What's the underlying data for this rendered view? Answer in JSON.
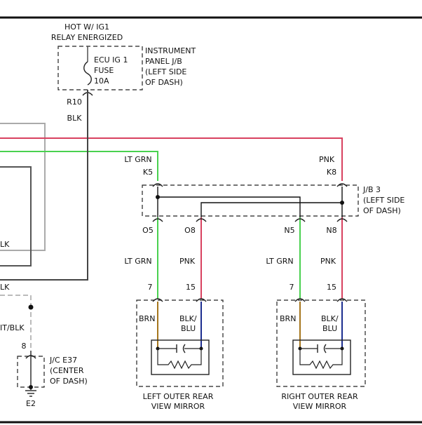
{
  "colors": {
    "black_wire": "#444444",
    "gray_wire": "#aaaaaa",
    "pink_wire": "#d8415f",
    "green_wire": "#49d14f",
    "brown_wire": "#a6761d",
    "blue_wire": "#1c2e8f",
    "frame": "#111111"
  },
  "top": {
    "hot_line1": "HOT W/ IG1",
    "hot_line2": "RELAY ENERGIZED",
    "fuse_l1": "ECU IG 1",
    "fuse_l2": "FUSE",
    "fuse_l3": "10A",
    "ipjb_l1": "INSTRUMENT",
    "ipjb_l2": "PANEL J/B",
    "ipjb_l3": "(LEFT SIDE",
    "ipjb_l4": "OF DASH)",
    "r10_pin": "R10",
    "r10_wire": "BLK"
  },
  "jb3": {
    "k5_color": "LT GRN",
    "k5_pin": "K5",
    "k8_color": "PNK",
    "k8_pin": "K8",
    "label_l1": "J/B 3",
    "label_l2": "(LEFT SIDE",
    "label_l3": "OF DASH)",
    "o5": "O5",
    "o8": "O8",
    "n5": "N5",
    "n8": "N8"
  },
  "left_edge": {
    "lk_upper": "LK",
    "lk_lower": "LK",
    "wht_blk": "IT/BLK",
    "pin8": "8",
    "jc_l1": "J/C E37",
    "jc_l2": "(CENTER",
    "jc_l3": "OF DASH)",
    "ground": "E2"
  },
  "left_mirror": {
    "wire_a": "LT GRN",
    "wire_b": "PNK",
    "pin_a": "7",
    "pin_b": "15",
    "brn": "BRN",
    "blkblu_1": "BLK/",
    "blkblu_2": "BLU",
    "name_l1": "LEFT OUTER REAR",
    "name_l2": "VIEW MIRROR"
  },
  "right_mirror": {
    "wire_a": "LT GRN",
    "wire_b": "PNK",
    "pin_a": "7",
    "pin_b": "15",
    "brn": "BRN",
    "blkblu_1": "BLK/",
    "blkblu_2": "BLU",
    "name_l1": "RIGHT OUTER REAR",
    "name_l2": "VIEW MIRROR"
  }
}
